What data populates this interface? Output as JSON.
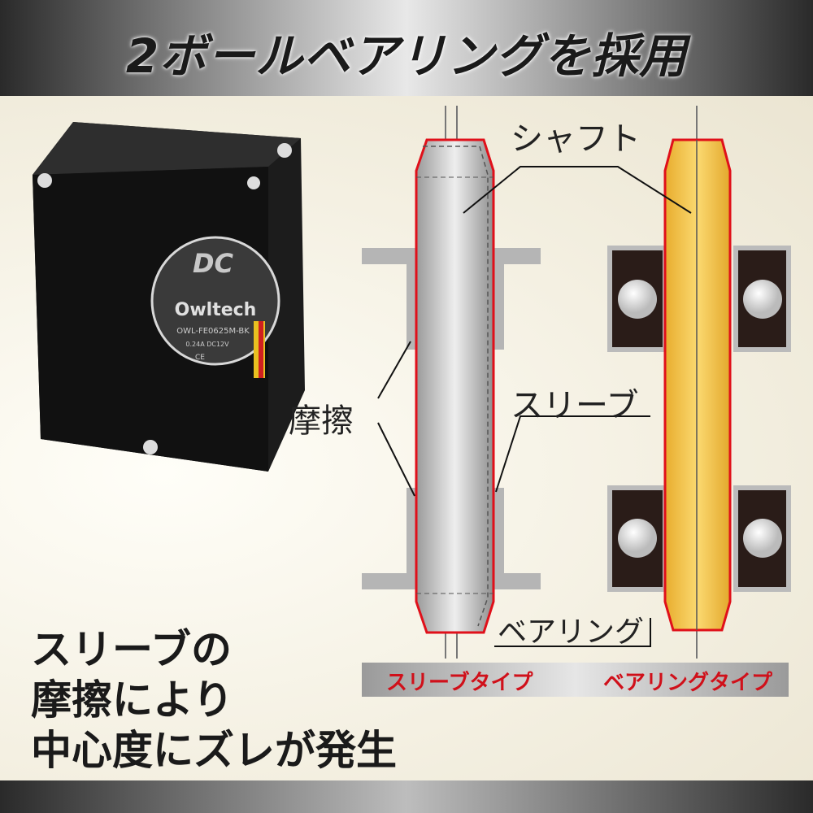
{
  "header": {
    "title": "2ボールベアリングを採用"
  },
  "product": {
    "brand_logo": "DC",
    "brand": "Owltech",
    "model": "OWL-FE0625M-BK",
    "spec": "0.24A DC12V",
    "mark": "CE"
  },
  "diagram": {
    "labels": {
      "shaft": "シャフト",
      "sleeve": "スリーブ",
      "friction": "摩擦",
      "bearing": "ベアリング"
    },
    "types": {
      "sleeve_type": "スリーブタイプ",
      "bearing_type": "ベアリングタイプ"
    },
    "colors": {
      "outline": "#e0101a",
      "shaft_gold": "#f2c248",
      "shaft_gray": "#c9c9c9"
    }
  },
  "caption": {
    "lines": [
      "スリーブの",
      "摩擦により",
      "中心度にズレが発生"
    ]
  }
}
